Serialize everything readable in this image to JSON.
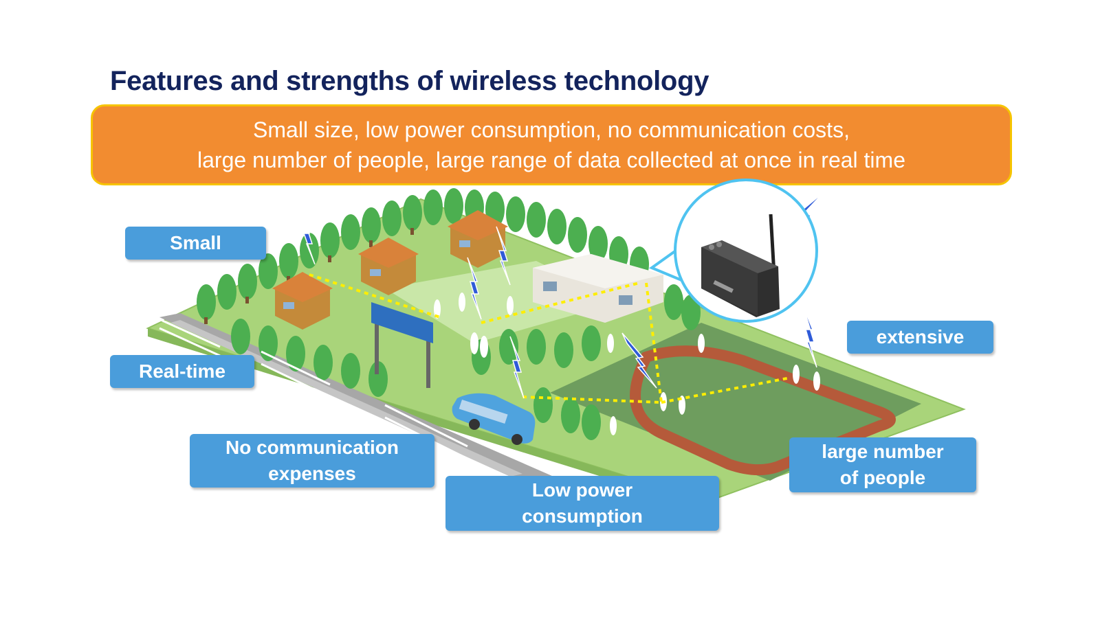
{
  "title": "Features and strengths of wireless technology",
  "banner": {
    "line1": "Small size, low power consumption, no communication costs,",
    "line2": "large number of people, large range of data collected at once in real time"
  },
  "labels": {
    "small": "Small",
    "realtime": "Real-time",
    "no_comm": "No communication\nexpenses",
    "low_power": "Low power\nconsumption",
    "large_number": "large number\nof people",
    "extensive": "extensive"
  },
  "colors": {
    "title": "#13235c",
    "banner_fill": "#f28c30",
    "banner_border": "#f6c400",
    "label_fill": "#4a9ddb",
    "ground": "#a9d47a",
    "field": "#6e9d5e",
    "track": "#b55a3a",
    "signal": "#ffee00",
    "lightning": "#2f5bd8"
  }
}
